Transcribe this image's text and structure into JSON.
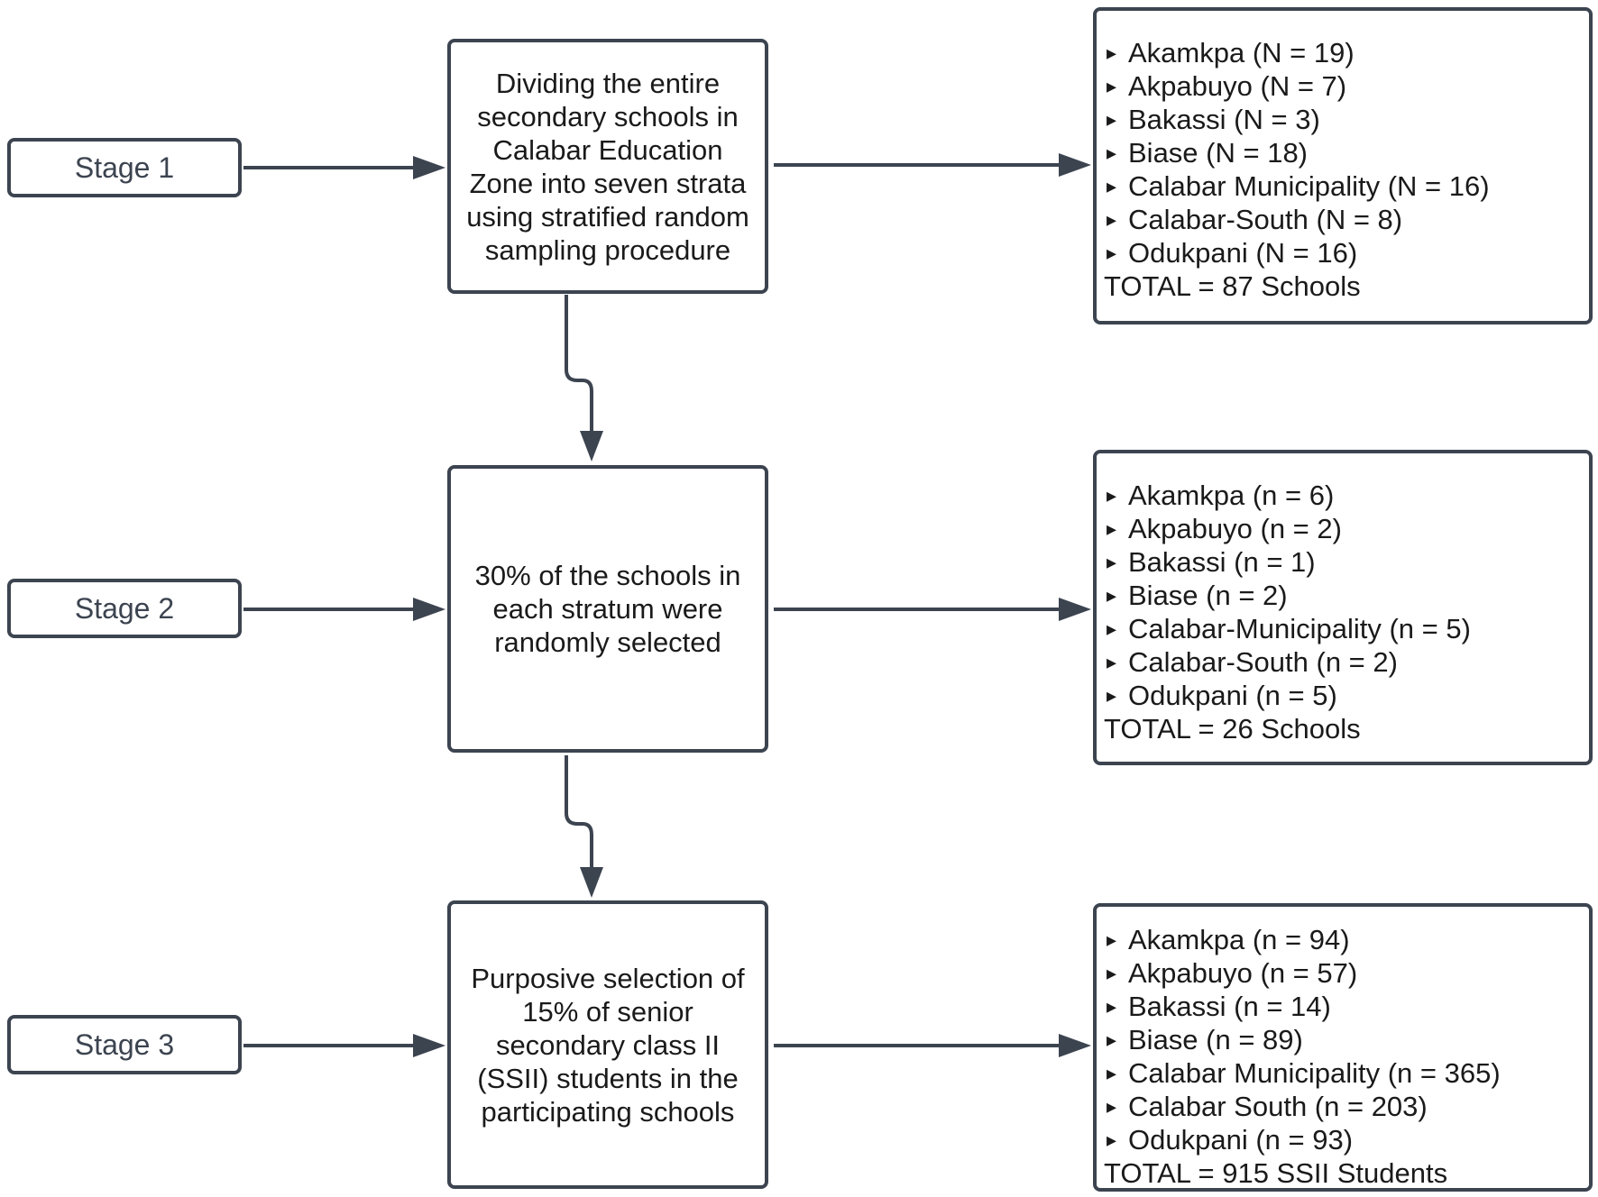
{
  "stages": [
    {
      "label": "Stage 1",
      "process": "Dividing the entire secondary schools in Calabar Education Zone into seven strata using stratified random sampling procedure",
      "items": [
        "Akamkpa (N = 19)",
        "Akpabuyo (N = 7)",
        "Bakassi (N = 3)",
        "Biase (N = 18)",
        "Calabar Municipality (N = 16)",
        "Calabar-South (N = 8)",
        "Odukpani (N = 16)"
      ],
      "total": "TOTAL = 87 Schools"
    },
    {
      "label": "Stage 2",
      "process": "30% of the schools in each stratum were randomly selected",
      "items": [
        "Akamkpa (n = 6)",
        "Akpabuyo (n = 2)",
        "Bakassi (n = 1)",
        "Biase (n = 2)",
        "Calabar-Municipality (n = 5)",
        "Calabar-South (n = 2)",
        "Odukpani (n = 5)"
      ],
      "total": "TOTAL = 26 Schools"
    },
    {
      "label": "Stage 3",
      "process": "Purposive selection of 15% of senior secondary class II (SSII) students in the participating schools",
      "items": [
        "Akamkpa (n = 94)",
        "Akpabuyo (n = 57)",
        "Bakassi (n = 14)",
        "Biase (n = 89)",
        "Calabar Municipality (n = 365)",
        "Calabar South (n = 203)",
        "Odukpani (n = 93)"
      ],
      "total": "TOTAL = 915 SSII Students"
    }
  ],
  "colors": {
    "stroke": "#3c4450",
    "text": "#1a1a1a"
  }
}
